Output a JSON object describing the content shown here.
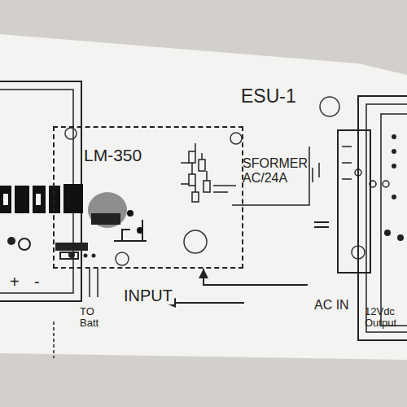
{
  "diagram": {
    "nodes": [
      {
        "text": [
          "LM-350"
        ]
      },
      {
        "text": [
          "SFORMER AC/24A"
        ]
      },
      {
        "text": [
          "AC IN"
        ]
      }
    ],
    "edges": [
      {
        "from": 2,
        "to": 0,
        "label": "INPUT",
        "arrow": "to"
      }
    ],
    "labels": [
      "ESU-1",
      "+",
      "-",
      "TO Batt",
      "12Vdc Output"
    ]
  }
}
